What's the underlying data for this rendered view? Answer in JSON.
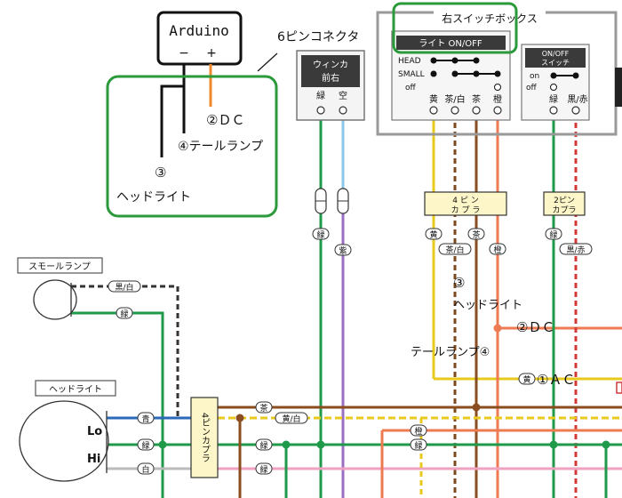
{
  "arduino": {
    "title": "Arduino",
    "minus": "−",
    "plus": "+"
  },
  "annotation": {
    "connector6": "6ピンコネクタ",
    "dc2": "②ＤＣ",
    "tail4": "④テールランプ",
    "head3_num": "③",
    "head3_text": "ヘッドライト"
  },
  "right_box": {
    "title": "右スイッチボックス",
    "light_header": "ライト ON/OFF",
    "head": "HEAD",
    "small": "SMALL",
    "off": "off",
    "wire_yellow": "黄",
    "wire_brown_white": "茶/白",
    "wire_brown": "茶",
    "wire_orange": "橙",
    "onoff_header": "ON/OFF",
    "onoff_sub": "スイッチ",
    "on": "on",
    "off2": "off",
    "wire_green": "緑",
    "wire_black_red": "黒/赤"
  },
  "winker_box": {
    "line1": "ウィンカ",
    "line2": "前右",
    "wire_green": "緑",
    "wire_sky": "空"
  },
  "coupler4_top": {
    "line1": "4 ピ ン",
    "line2": "カ プ ラ"
  },
  "coupler2": {
    "line1": "2ピン",
    "line2": "カプラ"
  },
  "wire_labels": {
    "green": "緑",
    "purple": "紫",
    "yellow": "黄",
    "brown_white": "茶/白",
    "brown": "茶",
    "orange": "橙",
    "green2": "緑",
    "black_red": "黒/赤"
  },
  "middle_annotation": {
    "head3_num": "③",
    "head3_text": "ヘッドライト",
    "dc2": "②ＤＣ",
    "tail4": "テールランプ④",
    "ac1": "①ＡＣ",
    "yellow_label": "黄"
  },
  "small_lamp": {
    "title": "スモールランプ",
    "wire_black_white": "黒/白",
    "wire_green": "緑"
  },
  "headlight": {
    "title": "ヘッドライト",
    "lo": "Lo",
    "hi": "Hi",
    "wire_blue": "青",
    "wire_green": "緑",
    "wire_white": "白"
  },
  "coupler4_bottom": {
    "label": "4ピンカプラ"
  },
  "bottom_labels": {
    "brown": "茶",
    "yellow_white": "黄/白",
    "orange": "橙",
    "green": "緑",
    "white_green": "緑",
    "green3": "緑"
  }
}
